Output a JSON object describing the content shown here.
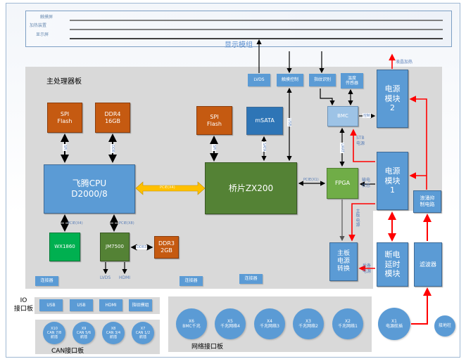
{
  "display_module": {
    "title": "显示模组",
    "lines": [
      "触摸屏",
      "加热装置",
      "显示屏"
    ]
  },
  "main_board": {
    "title": "主处理器板",
    "top_ports": [
      "LVDS",
      "触摸控制",
      "指纹识别",
      "温度\n传感器"
    ],
    "chips": {
      "spi_flash_cpu": "SPI\nFlash",
      "ddr4": "DDR4\n16GB",
      "cpu": "飞腾CPU\nD2000/8",
      "spi_flash_bridge": "SPI\nFlash",
      "msata": "mSATA",
      "bridge": "桥片ZX200",
      "bmc": "BMC",
      "fpga": "FPGA",
      "wx1860": "WX1860",
      "jm7500": "JM7500",
      "ddr3": "DDR3\n2GB",
      "board_power": "主板\n电源\n转换"
    },
    "connectors": [
      "连接器",
      "连接器",
      "连接器"
    ],
    "bus_labels": {
      "spi_cpu": "SPI",
      "ddr4_bus": "DDR",
      "cpu_bridge": "PCIE(X4)",
      "spi_bridge": "SPI",
      "sata": "SATA",
      "usb": "USB",
      "bridge_fpga": "PCIE(X1)",
      "bmc_fpga": "UART",
      "bmc_power": "控制",
      "cpu_wx": "PCIE(X4)",
      "cpu_jm": "PCIE(X8)",
      "jm_ddr3": "DDR3",
      "jm_out1": "LVDS",
      "jm_out2": "HDMI",
      "stb_power": "STB\n电源",
      "power_status": "输电\n状态",
      "main_power": "主板\n电源",
      "backup_power": "后备\n电源",
      "lcd_heat": "液晶加热"
    }
  },
  "power": {
    "module1": "电源\n模块\n1",
    "module2": "电源\n模块\n2",
    "surge": "浪涌抑\n制电路",
    "delay": "断电\n延时\n模块",
    "filter": "滤波器",
    "power_connector": "X1\n电源航插",
    "ground": "接地柱"
  },
  "io_board": {
    "title": "IO\n接口板",
    "ports": [
      "USB",
      "USB",
      "HDMI",
      "指纹模组"
    ]
  },
  "can_board": {
    "title": "CAN接口板",
    "connectors": [
      "X10\nCAN 7/8\n航插",
      "X9\nCAN 5/6\n航插",
      "X8\nCAN 3/4\n航插",
      "X7\nCAN 1/2\n航插"
    ]
  },
  "network_board": {
    "title": "网络接口板",
    "connectors": [
      "X6\nBMC千兆",
      "X5\n千兆网络4",
      "X4\n千兆网络3",
      "X3\n千兆网络2",
      "X2\n千兆网络1"
    ]
  },
  "colors": {
    "blue": "#5b9bd5",
    "orange": "#c55a11",
    "green": "#548235",
    "light_green": "#70ad47",
    "bright_green": "#00b050",
    "pcie_arrow": "#ffc000",
    "power_line": "#ff0000",
    "board_gray": "#d9d9d9"
  }
}
